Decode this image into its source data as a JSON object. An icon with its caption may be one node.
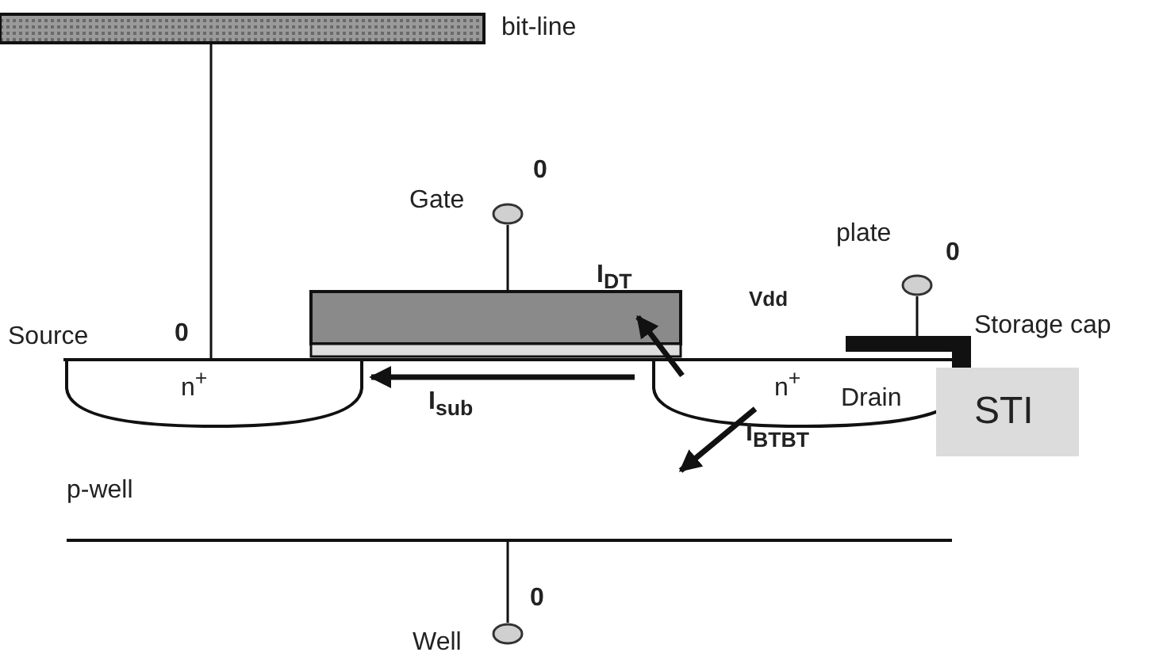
{
  "diagram": {
    "nodes": [
      {
        "text": [
          "bit-line"
        ]
      },
      {
        "text": [],
        "shape": "circle",
        "beside": [
          "Gate",
          "0"
        ]
      },
      {
        "text": [],
        "shape": "circle",
        "beside": [
          "plate",
          "0"
        ]
      },
      {
        "text": [
          "n$^{+}$"
        ],
        "beside": [
          "Source",
          "0"
        ]
      },
      {
        "text": [],
        "shape": "box"
      },
      {
        "text": [
          "Storage cap"
        ]
      },
      {
        "text": [
          "n$^{+}$",
          "Drain"
        ]
      },
      {
        "text": [
          "STI"
        ]
      },
      {
        "text": [
          "p-well"
        ]
      },
      {
        "text": [],
        "shape": "circle",
        "beside": [
          "Well",
          "0"
        ]
      }
    ],
    "edges": [
      {
        "from": 0,
        "to": 3,
        "arrow": "none"
      },
      {
        "from": 1,
        "to": 4,
        "arrow": "none"
      },
      {
        "from": 2,
        "to": 5,
        "arrow": "none"
      },
      {
        "from": 9,
        "to": 8,
        "arrow": "none"
      },
      {
        "from": 6,
        "to": 4,
        "arrow": "to",
        "label": "I$_{DT}$",
        "style": "thick"
      },
      {
        "from": 6,
        "to": 3,
        "arrow": "to",
        "label": "I$_{sub}$",
        "style": "thick"
      },
      {
        "from": 6,
        "to": 8,
        "arrow": "to",
        "label": "I$_{BTBT}$",
        "style": "thick"
      }
    ],
    "labels": [
      "Vdd"
    ]
  }
}
